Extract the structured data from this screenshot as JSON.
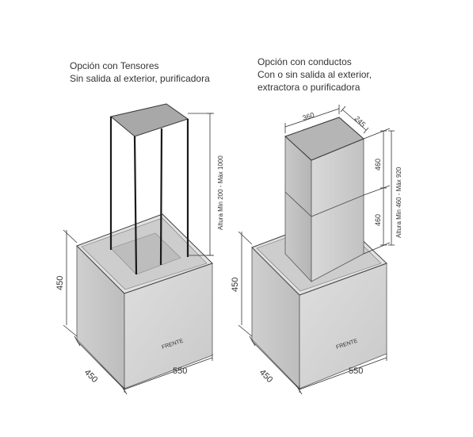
{
  "left": {
    "caption": [
      "Opción con Tensores",
      "Sin salida al exterior, purificadora"
    ],
    "dims": {
      "height_label": "Altura Min 200 - Máx 1000",
      "box_height": "450",
      "depth": "450",
      "width": "550",
      "front_label": "FRENTE"
    }
  },
  "right": {
    "caption": [
      "Opción con conductos",
      "Con o sin salida al exterior,",
      "extractora o purificadora"
    ],
    "dims": {
      "duct_width": "360",
      "duct_depth": "245",
      "upper_duct": "460",
      "lower_duct": "460",
      "height_label": "Altura Min 460 - Máx 920",
      "box_height": "450",
      "depth": "450",
      "width": "550",
      "front_label": "FRENTE"
    }
  },
  "colors": {
    "panel_light": "#d6d6d6",
    "panel_mid": "#c4c4c4",
    "panel_dark": "#a9a9a9",
    "line": "#1a1a1a"
  }
}
